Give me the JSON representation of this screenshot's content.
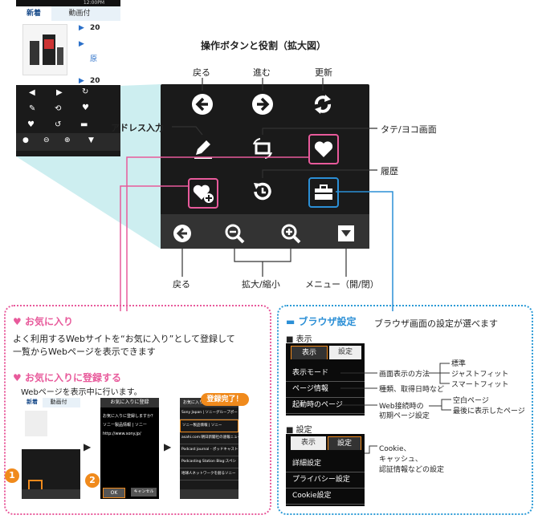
{
  "title": "操作ボタンと役割（拡大図）",
  "small_phone": {
    "status_time": "12:00PM",
    "tabs": [
      "新着",
      "動画付"
    ],
    "row_text_1": "20",
    "row_text_2": "原",
    "row_text_3": "20"
  },
  "labels": {
    "back": "戻る",
    "forward": "進む",
    "refresh": "更新",
    "address": "アドレス入力",
    "orientation": "タテ/ヨコ画面",
    "history": "履歴",
    "back_bottom": "戻る",
    "zoom": "拡大/縮小",
    "menu": "メニュー（開/閉）"
  },
  "favorites": {
    "heading": "お気に入り",
    "desc_line1": "よく利用するWebサイトを“お気に入り”として登録して",
    "desc_line2": "一覧からWebページを表示できます",
    "register_heading": "お気に入りに登録する",
    "register_desc": "Webページを表示中に行います。",
    "step1": "1",
    "step2": "2",
    "dialog_title": "お気に入りに登録",
    "dialog_q": "お気に入りに登録しますか？",
    "dialog_name": "ソニー製品情報 | ソニー",
    "dialog_url": "http://www.sony.jp/",
    "ok": "OK",
    "cancel": "キャンセル",
    "complete": "登録完了！",
    "list_header": "お気に入りリスト",
    "list_items": [
      "Sony Japan | ソニーグループポー",
      "ソニー製品情報 | ソニー",
      "asahi.com:朝日新聞社の速報ニュー",
      "Podcast journal - ポッドキャスト",
      "Podcasting Station Blog:スペシ",
      "地球人ネットワークを創るソニー"
    ]
  },
  "browser_settings": {
    "heading": "ブラウザ設定",
    "subheading": "ブラウザ画面の設定が選べます",
    "display_section": "表示",
    "settings_section": "設定",
    "tab_display": "表示",
    "tab_settings": "設定",
    "display_items": [
      "表示モード",
      "ページ情報",
      "起動時のページ"
    ],
    "display_notes": [
      "画面表示の方法",
      "種類、取得日時など",
      "Web接続時の",
      "初期ページ設定"
    ],
    "mode_options": [
      "標準",
      "ジャストフィット",
      "スマートフィット"
    ],
    "startup_options": [
      "空白ページ",
      "最後に表示したページ"
    ],
    "settings_items": [
      "詳細設定",
      "プライバシー設定",
      "Cookie設定"
    ],
    "settings_notes": [
      "Cookie、",
      "キャッシュ、",
      "認証情報などの設定"
    ]
  },
  "colors": {
    "pink": "#e85a9b",
    "blue": "#2b8fd6",
    "orange": "#f08a1c",
    "teal_beam": "#bfe6ea"
  }
}
